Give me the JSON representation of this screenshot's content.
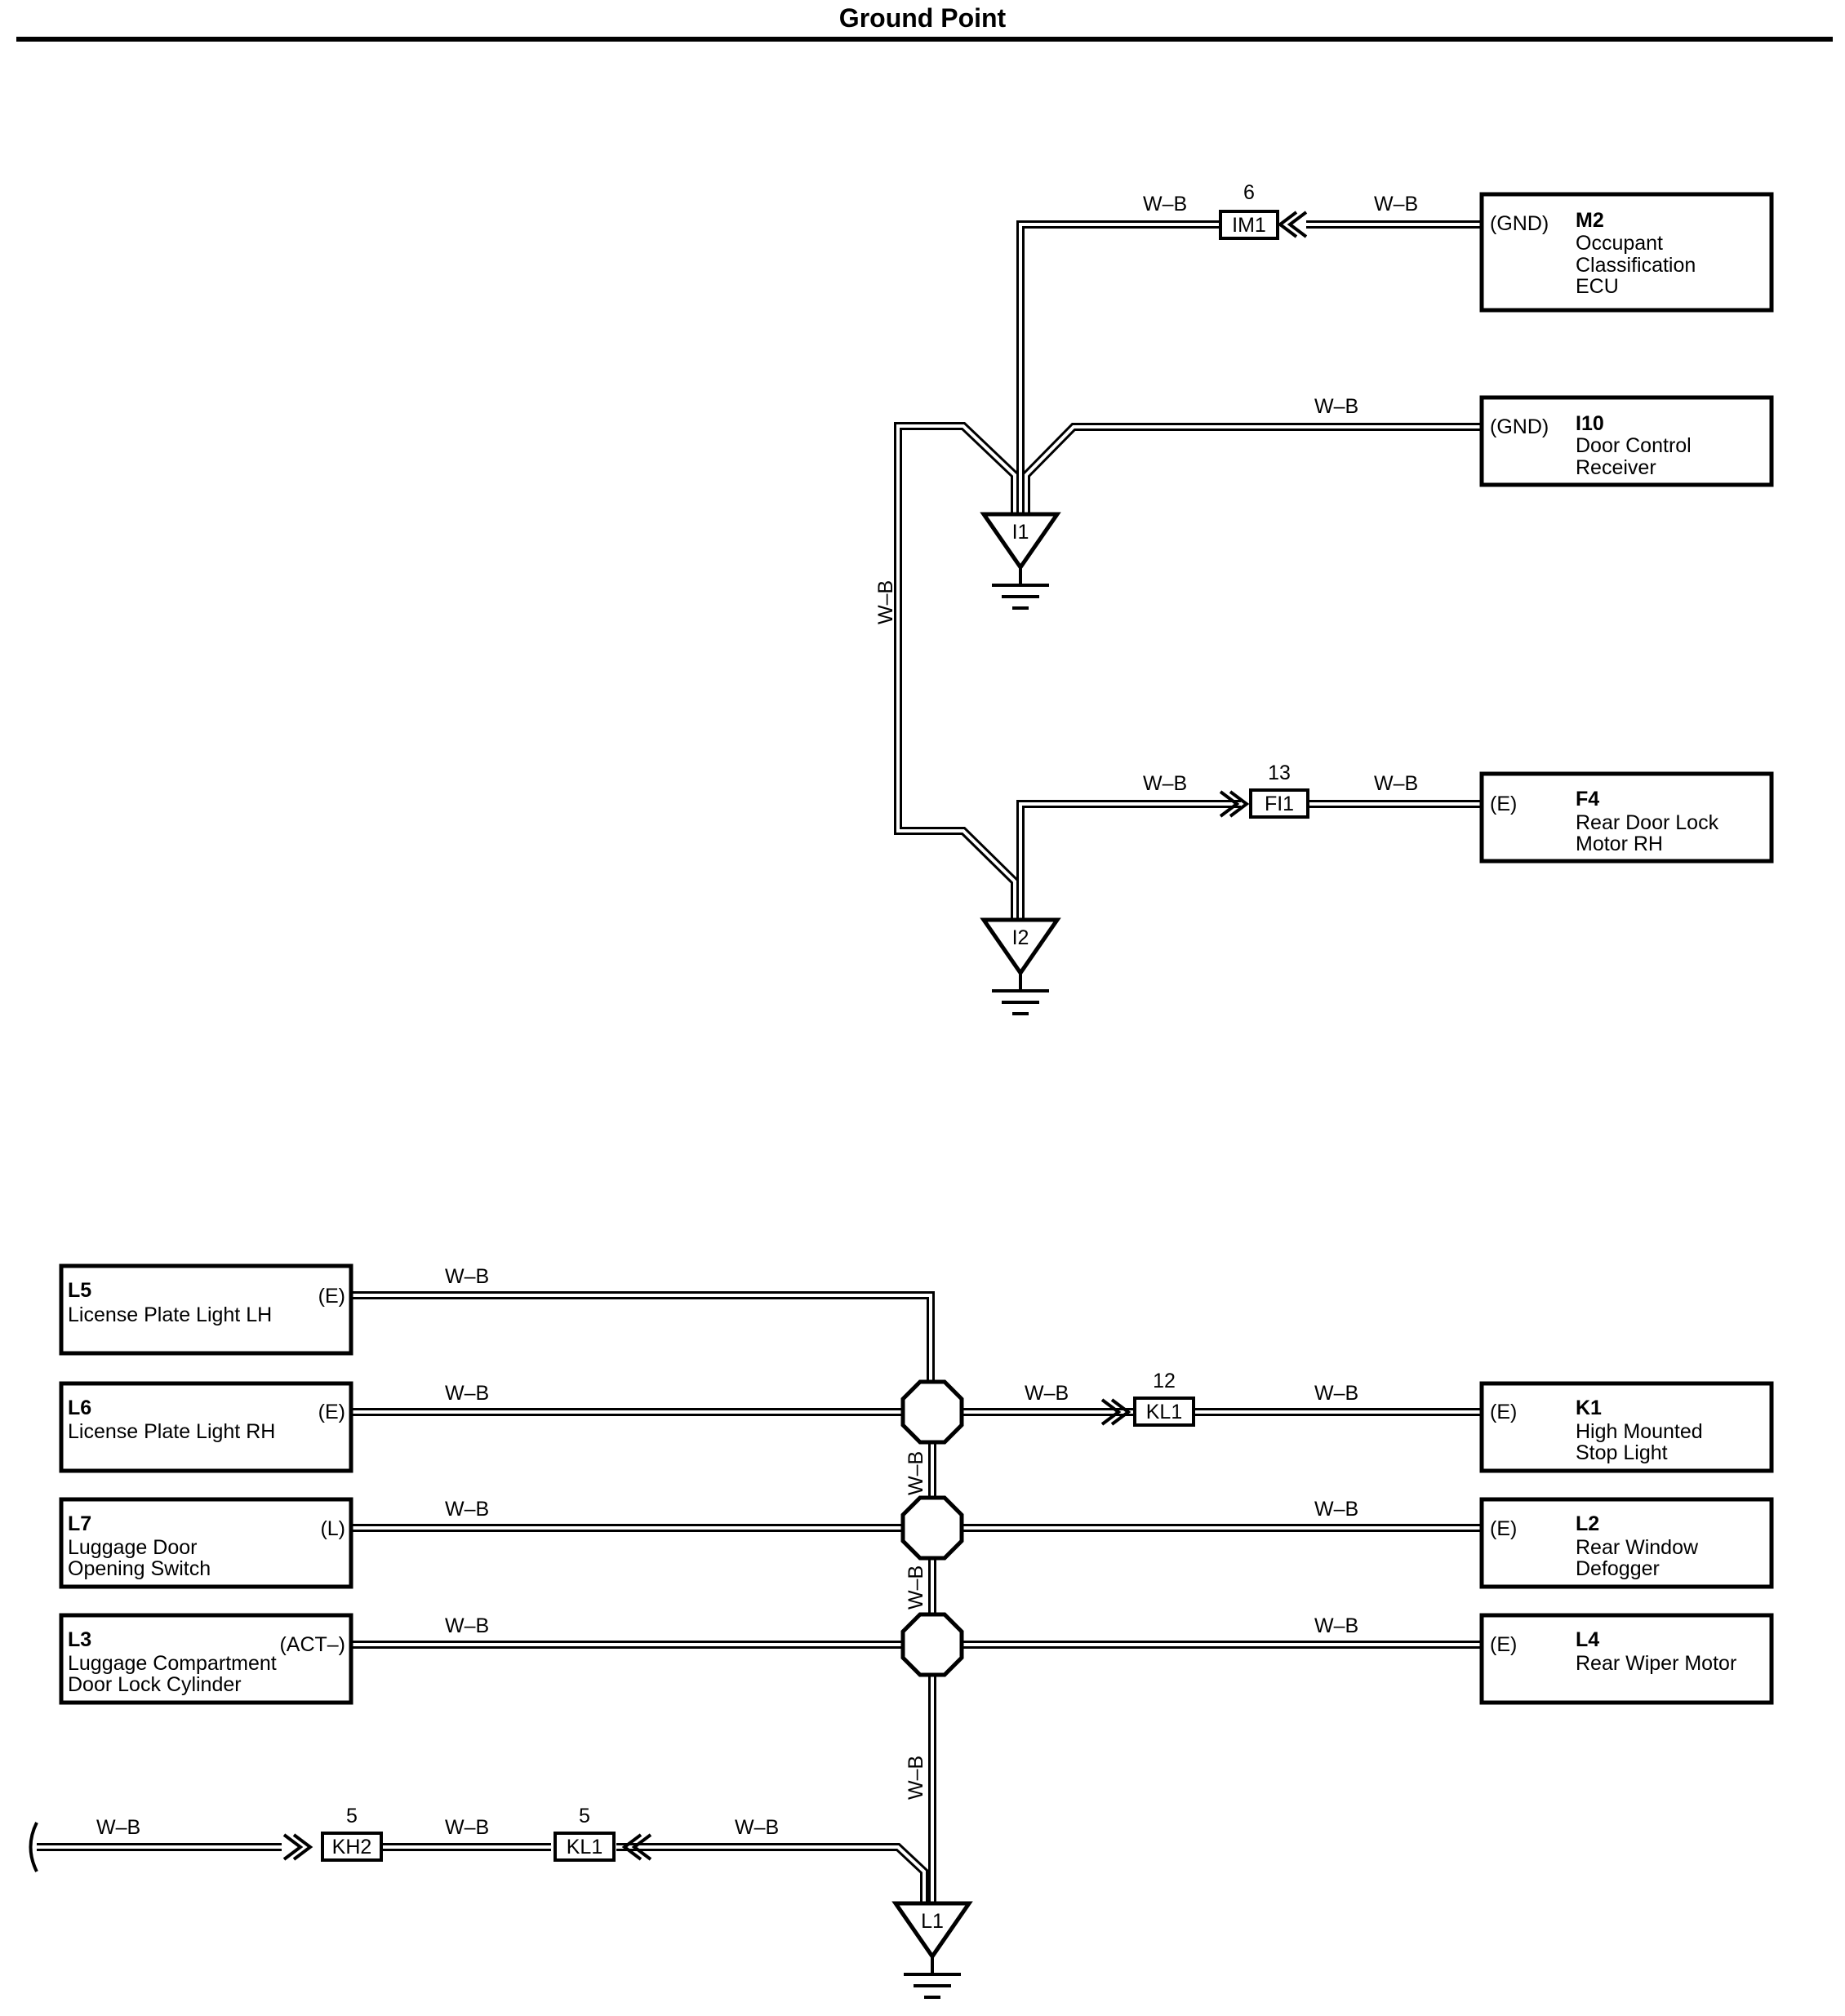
{
  "title": "Ground Point",
  "wire_color": "W–B",
  "components": {
    "m2": {
      "code": "M2",
      "pin": "(GND)",
      "lines": [
        "Occupant",
        "Classification",
        "ECU"
      ]
    },
    "i10": {
      "code": "I10",
      "pin": "(GND)",
      "lines": [
        "Door Control",
        "Receiver"
      ]
    },
    "f4": {
      "code": "F4",
      "pin": "(E)",
      "lines": [
        "Rear Door Lock",
        "Motor RH"
      ]
    },
    "l5": {
      "code": "L5",
      "pin": "(E)",
      "lines": [
        "License Plate Light LH"
      ]
    },
    "l6": {
      "code": "L6",
      "pin": "(E)",
      "lines": [
        "License Plate Light RH"
      ]
    },
    "l7": {
      "code": "L7",
      "pin": "(L)",
      "lines": [
        "Luggage Door",
        "Opening Switch"
      ]
    },
    "l3": {
      "code": "L3",
      "pin": "(ACT–)",
      "lines": [
        "Luggage Compartment",
        "Door Lock Cylinder"
      ]
    },
    "k1": {
      "code": "K1",
      "pin": "(E)",
      "lines": [
        "High Mounted",
        "Stop Light"
      ]
    },
    "l2": {
      "code": "L2",
      "pin": "(E)",
      "lines": [
        "Rear Window",
        "Defogger"
      ]
    },
    "l4": {
      "code": "L4",
      "pin": "(E)",
      "lines": [
        "Rear Wiper Motor"
      ]
    }
  },
  "connectors": {
    "im1": {
      "label": "IM1",
      "pin": "6"
    },
    "fi1": {
      "label": "FI1",
      "pin": "13"
    },
    "kl1_top": {
      "label": "KL1",
      "pin": "12"
    },
    "kh2": {
      "label": "KH2",
      "pin": "5"
    },
    "kl1_bottom": {
      "label": "KL1",
      "pin": "5"
    }
  },
  "grounds": {
    "i1": "I1",
    "i2": "I2",
    "l1": "L1"
  }
}
